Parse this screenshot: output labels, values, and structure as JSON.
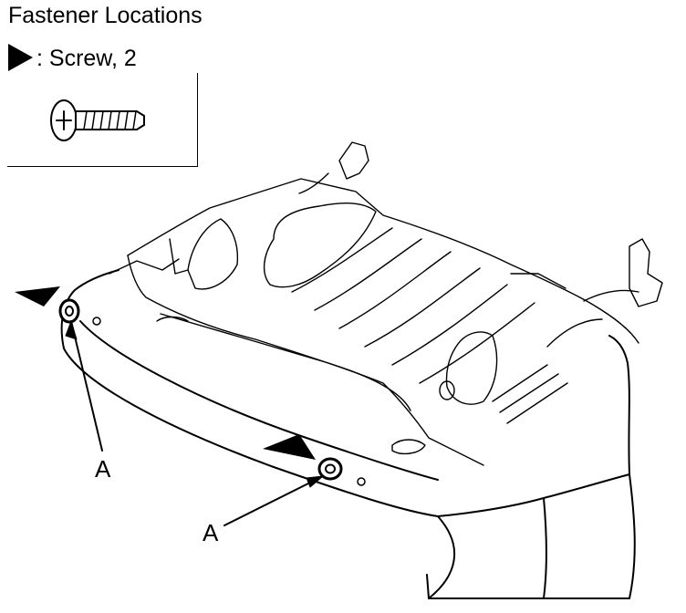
{
  "title": "Fastener Locations",
  "legend": {
    "symbol_icon": "filled-triangle-pointer-icon",
    "text": ": Screw, 2"
  },
  "callouts": [
    {
      "label": "A"
    },
    {
      "label": "A"
    }
  ]
}
